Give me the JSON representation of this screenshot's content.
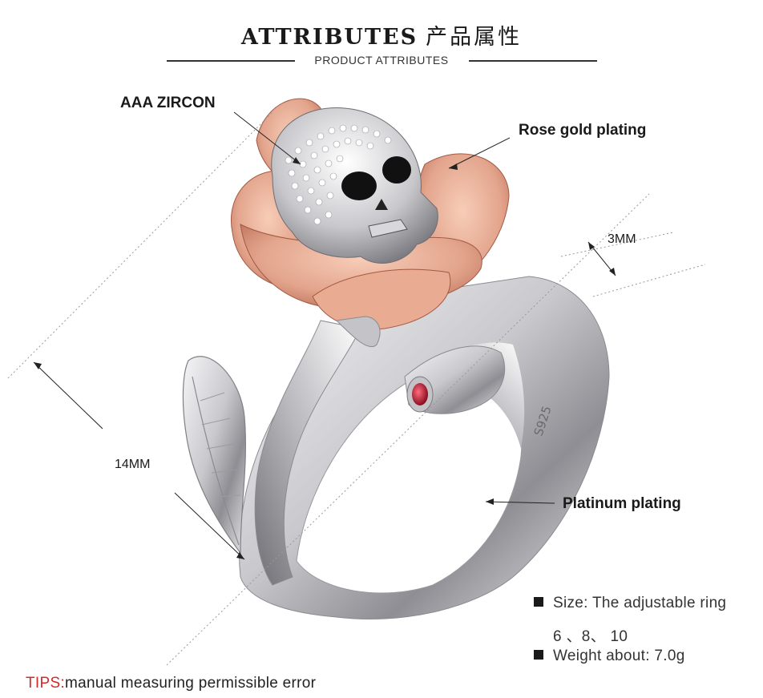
{
  "header": {
    "title": "ATTRIBUTES",
    "title_cn": "产品属性",
    "subtitle": "PRODUCT ATTRIBUTES"
  },
  "callouts": {
    "zircon": "AAA ZIRCON",
    "rose_gold": "Rose gold plating",
    "platinum": "Platinum plating",
    "width_dim": "3MM",
    "height_dim": "14MM",
    "stamp": "S925"
  },
  "specs": {
    "size_label": "Size:",
    "size_value": "The adjustable ring",
    "size_options": "6 、8、 10",
    "weight_label": "Weight about:",
    "weight_value": "7.0g"
  },
  "tips": {
    "label": "TIPS:",
    "text": "manual measuring permissible error"
  },
  "colors": {
    "rose_gold": "#e3a48c",
    "platinum": "#d9d9dc",
    "tips_accent": "#d42a2a",
    "stone": "#b0152a"
  }
}
